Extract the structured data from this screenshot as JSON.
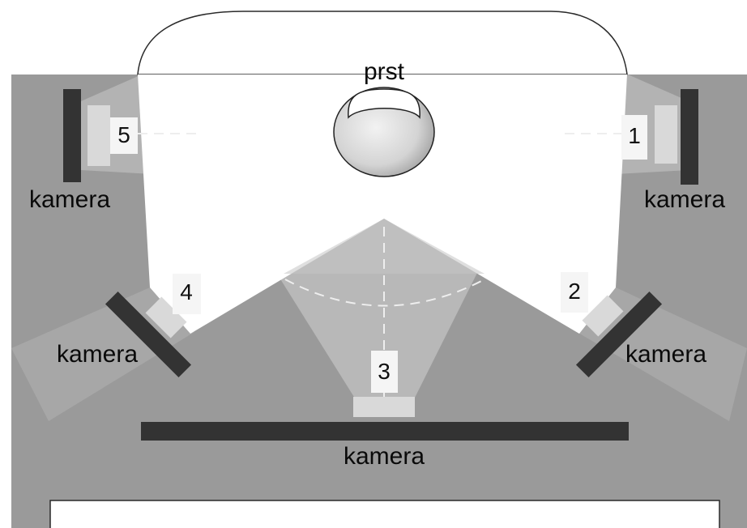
{
  "colors": {
    "housing": "#9a9a9a",
    "cone": "#b3b3b3",
    "sensor": "#333333",
    "lens": "#d9d9d9",
    "dash": "#eeeeee",
    "finger_fill": "#d6d6d6"
  },
  "finger_label": "prst",
  "cameras": [
    {
      "number": "1",
      "label": "kamera"
    },
    {
      "number": "2",
      "label": "kamera"
    },
    {
      "number": "3",
      "label": "kamera"
    },
    {
      "number": "4",
      "label": "kamera"
    },
    {
      "number": "5",
      "label": "kamera"
    }
  ]
}
